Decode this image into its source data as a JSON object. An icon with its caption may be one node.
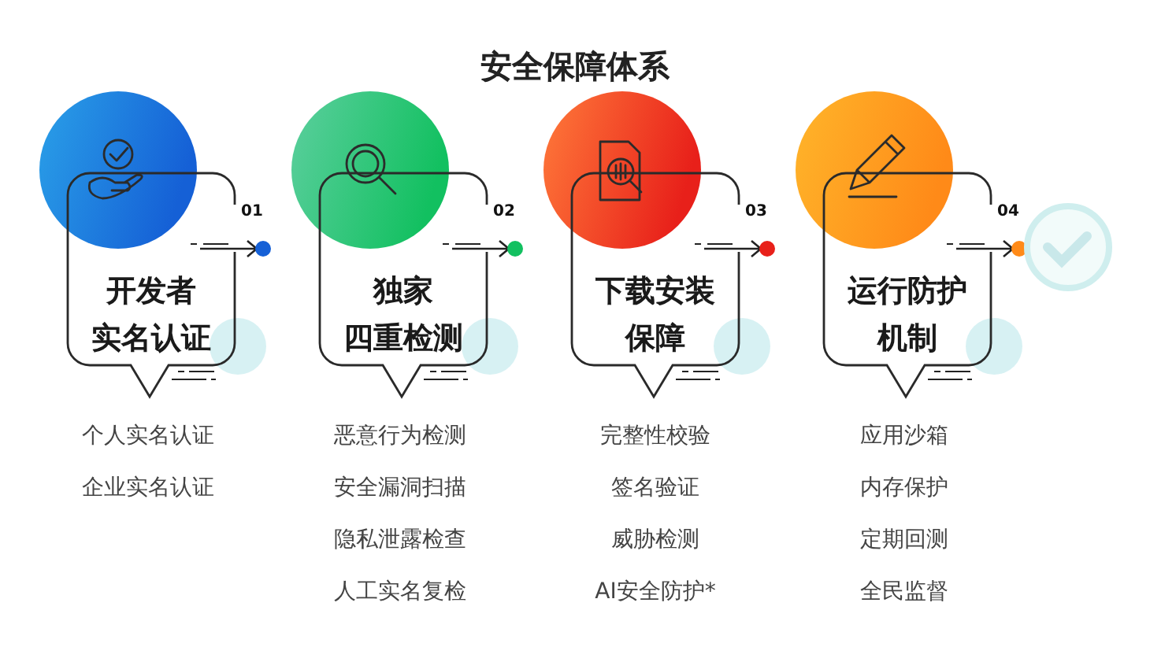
{
  "diagram": {
    "title": "安全保障体系",
    "nodes": [
      {
        "text": [
          "开发者实名认证"
        ],
        "beside": [
          "01",
          "个人实名认证",
          "企业实名认证"
        ]
      },
      {
        "text": [
          "独家四重检测"
        ],
        "beside": [
          "02",
          "恶意行为检测",
          "安全漏洞扫描",
          "隐私泄露检查",
          "人工实名复检"
        ]
      },
      {
        "text": [
          "下载安装保障"
        ],
        "beside": [
          "03",
          "完整性校验",
          "签名验证",
          "威胁检测",
          "AI安全防护*"
        ]
      },
      {
        "text": [
          "运行防护机制"
        ],
        "beside": [
          "04",
          "应用沙箱",
          "内存保护",
          "定期回测",
          "全民监督"
        ]
      }
    ]
  }
}
